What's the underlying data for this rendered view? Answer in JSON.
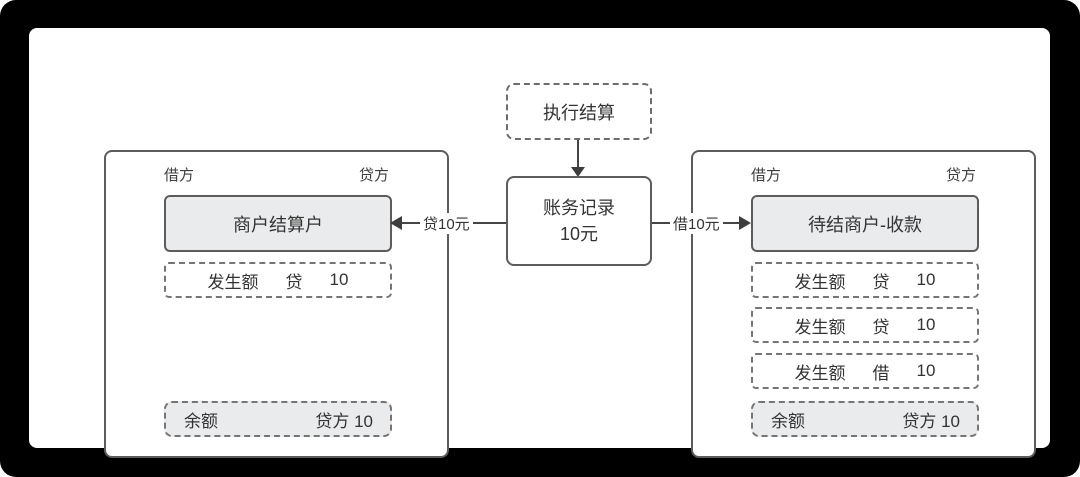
{
  "flow": {
    "trigger_label": "执行结算",
    "record_line1": "账务记录",
    "record_line2": "10元",
    "left_edge_label": "贷10元",
    "right_edge_label": "借10元"
  },
  "left_ledger": {
    "debit_header": "借方",
    "credit_header": "贷方",
    "account_name": "商户结算户",
    "entries": [
      {
        "label": "发生额",
        "side": "贷",
        "amount": "10"
      }
    ],
    "balance": {
      "label": "余额",
      "value": "贷方 10"
    }
  },
  "right_ledger": {
    "debit_header": "借方",
    "credit_header": "贷方",
    "account_name": "待结商户-收款",
    "entries": [
      {
        "label": "发生额",
        "side": "贷",
        "amount": "10"
      },
      {
        "label": "发生额",
        "side": "贷",
        "amount": "10"
      },
      {
        "label": "发生额",
        "side": "借",
        "amount": "10"
      }
    ],
    "balance": {
      "label": "余额",
      "value": "贷方 10"
    }
  },
  "colors": {
    "frame": "#000000",
    "panel": "#ffffff",
    "box_border": "#5c5c5c",
    "dashed_border": "#757575",
    "gray_fill": "#e9ebec",
    "text": "#333333"
  }
}
